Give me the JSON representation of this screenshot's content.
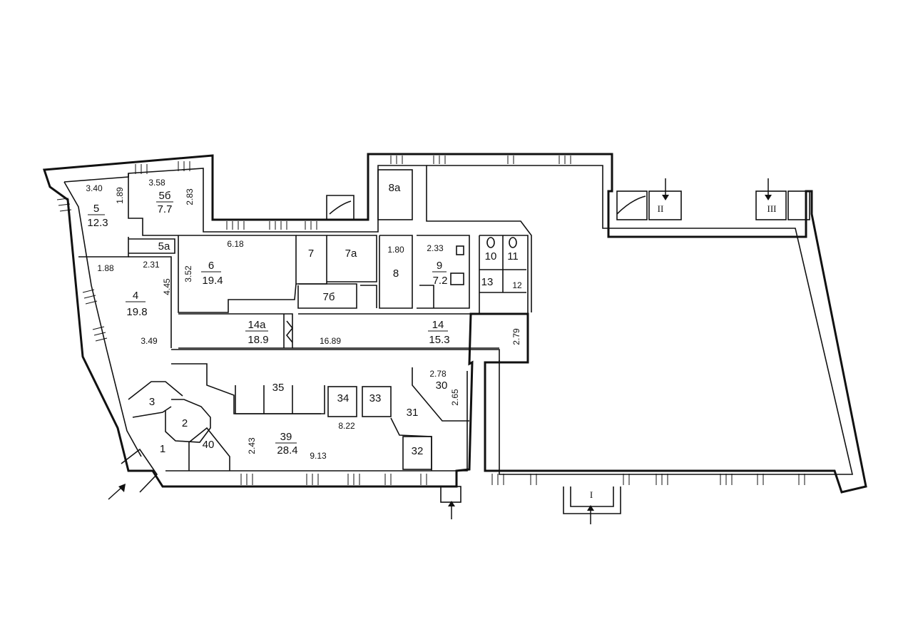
{
  "rooms": [
    {
      "id": "r5",
      "number": "5",
      "area": "12.3"
    },
    {
      "id": "r5b",
      "number": "5б",
      "area": "7.7"
    },
    {
      "id": "r5a",
      "number": "5а"
    },
    {
      "id": "r4",
      "number": "4",
      "area": "19.8"
    },
    {
      "id": "r6",
      "number": "6",
      "area": "19.4"
    },
    {
      "id": "r7",
      "number": "7"
    },
    {
      "id": "r7a",
      "number": "7а"
    },
    {
      "id": "r7b",
      "number": "7б"
    },
    {
      "id": "r8",
      "number": "8"
    },
    {
      "id": "r8a",
      "number": "8а"
    },
    {
      "id": "r9",
      "number": "9",
      "area": "7.2"
    },
    {
      "id": "r10",
      "number": "10"
    },
    {
      "id": "r11",
      "number": "11"
    },
    {
      "id": "r12",
      "number": "12"
    },
    {
      "id": "r13",
      "number": "13"
    },
    {
      "id": "r14",
      "number": "14",
      "area": "15.3"
    },
    {
      "id": "r14a",
      "number": "14а",
      "area": "18.9"
    },
    {
      "id": "r1",
      "number": "1"
    },
    {
      "id": "r2",
      "number": "2"
    },
    {
      "id": "r3",
      "number": "3"
    },
    {
      "id": "r40",
      "number": "40"
    },
    {
      "id": "r35",
      "number": "35"
    },
    {
      "id": "r34",
      "number": "34"
    },
    {
      "id": "r33",
      "number": "33"
    },
    {
      "id": "r30",
      "number": "30"
    },
    {
      "id": "r31",
      "number": "31"
    },
    {
      "id": "r32",
      "number": "32"
    },
    {
      "id": "r39",
      "number": "39",
      "area": "28.4"
    }
  ],
  "dimensions": {
    "d340": "3.40",
    "d189": "1.89",
    "d358": "3.58",
    "d283": "2.83",
    "d188": "1.88",
    "d231": "2.31",
    "d445": "4.45",
    "d349": "3.49",
    "d618": "6.18",
    "d352": "3.52",
    "d180": "1.80",
    "d233": "2.33",
    "d1689": "16.89",
    "d279": "2.79",
    "d278": "2.78",
    "d265": "2.65",
    "d822": "8.22",
    "d243": "2.43",
    "d913": "9.13"
  },
  "entrances": {
    "e1": "I",
    "e2": "II",
    "e3": "III"
  }
}
